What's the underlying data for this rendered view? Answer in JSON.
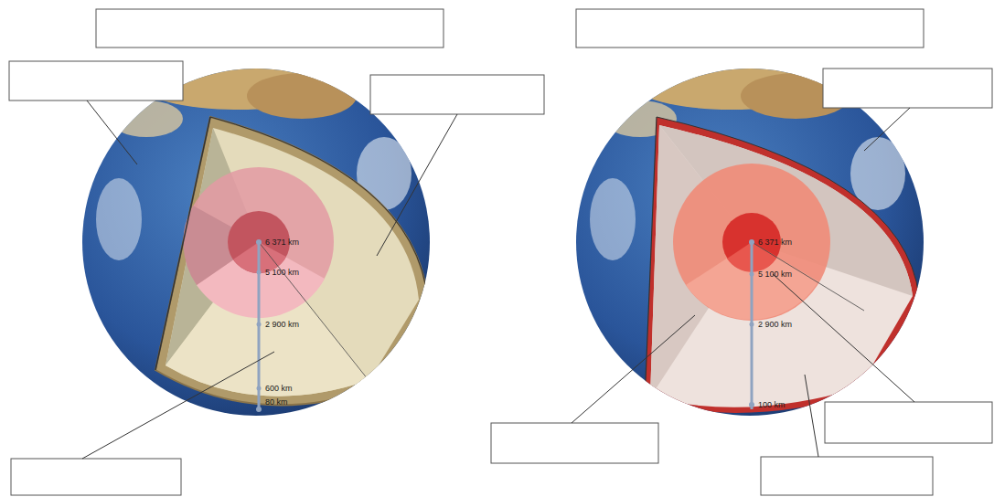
{
  "diagram": {
    "labels": [
      "6 371 km",
      "5 100 km",
      "2 900 km",
      "600 km",
      "80 km",
      "6 371 km",
      "5 100 km",
      "2 900 km",
      "100 km"
    ]
  }
}
